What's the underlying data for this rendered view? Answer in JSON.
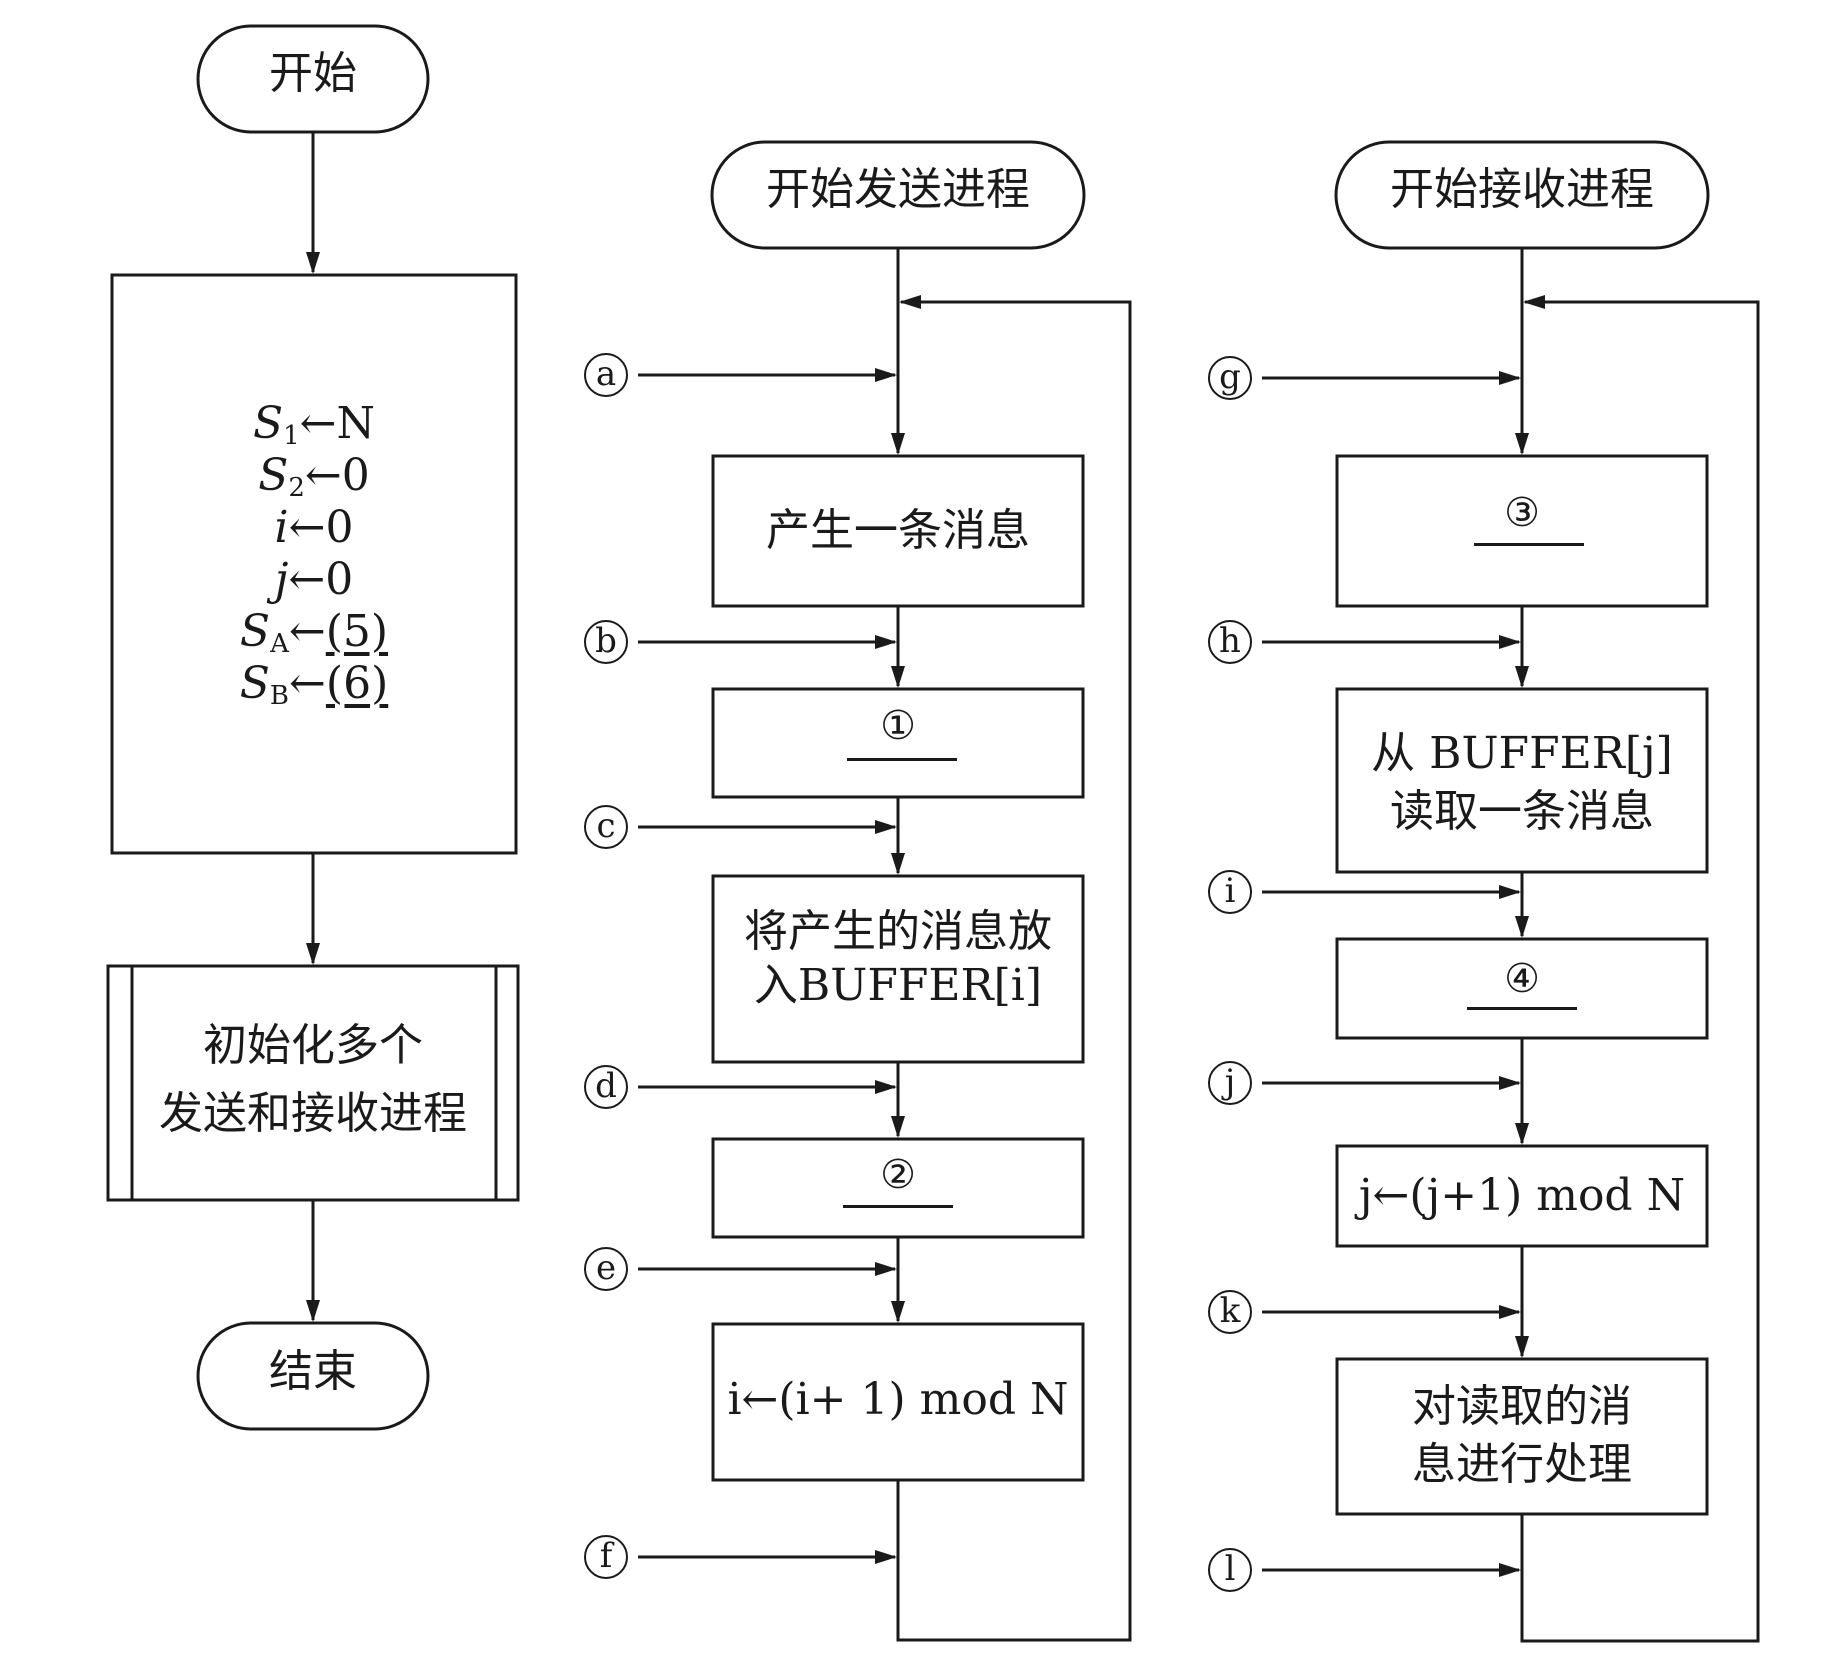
{
  "main": {
    "start": "开始",
    "init_vars": [
      {
        "name": "S",
        "sub": "1",
        "value": "N"
      },
      {
        "name": "S",
        "sub": "2",
        "value": "0"
      },
      {
        "name": "i",
        "sub": "",
        "value": "0"
      },
      {
        "name": "j",
        "sub": "",
        "value": "0"
      },
      {
        "name": "S",
        "sub": "A",
        "value": "(5)"
      },
      {
        "name": "S",
        "sub": "B",
        "value": "(6)"
      }
    ],
    "subprocess_line1": "初始化多个",
    "subprocess_line2": "发送和接收进程",
    "end": "结束"
  },
  "sender": {
    "start": "开始发送进程",
    "step1": "产生一条消息",
    "blank1": "①",
    "step3_line1": "将产生的消息放",
    "step3_line2": "入BUFFER[i]",
    "blank2": "②",
    "step5": "i←(i+ 1) mod N",
    "markers": [
      "a",
      "b",
      "c",
      "d",
      "e",
      "f"
    ]
  },
  "receiver": {
    "start": "开始接收进程",
    "blank3": "③",
    "step2_line1": "从 BUFFER[j]",
    "step2_line2": "读取一条消息",
    "blank4": "④",
    "step4": "j←(j+1) mod N",
    "step5_line1": "对读取的消",
    "step5_line2": "息进行处理",
    "markers": [
      "g",
      "h",
      "i",
      "j",
      "k",
      "l"
    ]
  }
}
